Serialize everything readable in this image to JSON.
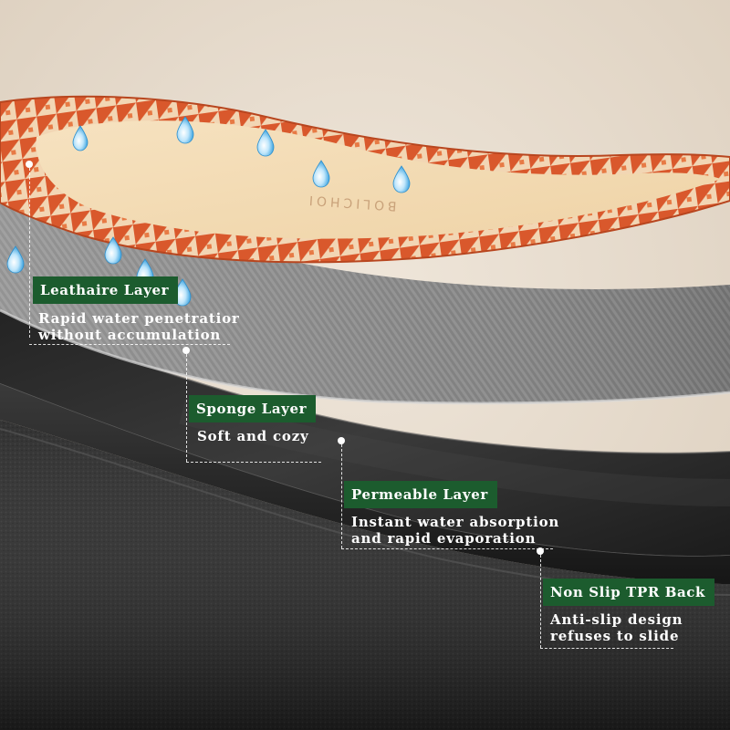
{
  "brand_imprint": "BOLICHOI",
  "colors": {
    "background": "#e9dfd1",
    "label_bg": "#1c5c2e",
    "pattern_orange": "#d9582c",
    "insole_cream": "#f5dfb6"
  },
  "layers": [
    {
      "title": "Leathaire Layer",
      "desc_lines": [
        "Rapid water penetratior",
        "without accumulation"
      ]
    },
    {
      "title": "Sponge Layer",
      "desc_lines": [
        "Soft and cozy"
      ]
    },
    {
      "title": "Permeable Layer",
      "desc_lines": [
        "Instant water absorption",
        "and rapid evaporation"
      ]
    },
    {
      "title": "Non Slip TPR Back",
      "desc_lines": [
        "Anti-slip design",
        "refuses to slide"
      ]
    }
  ]
}
